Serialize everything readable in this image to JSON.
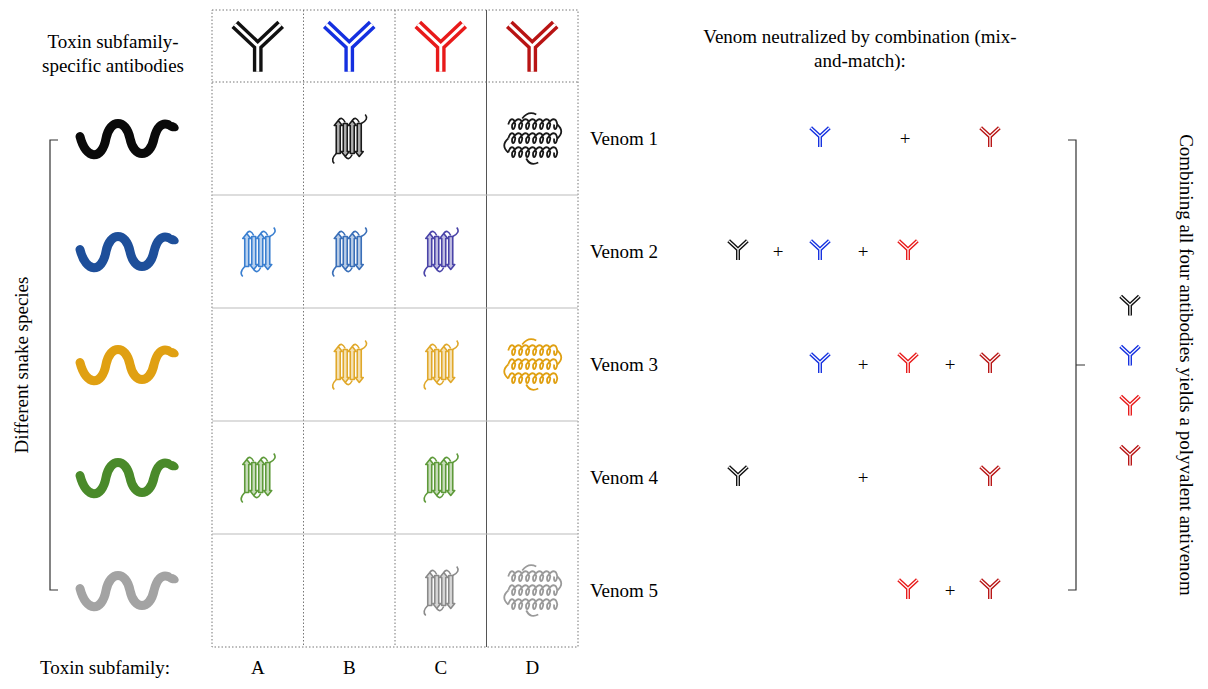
{
  "diagram": {
    "labels": [
      "Toxin subfamily-specific antibodies",
      "Venom neutralized by combination (mix-and-match):",
      "Different snake species",
      "Venom 1",
      "+",
      "Venom 2",
      "+",
      "+",
      "Venom 3",
      "+",
      "+",
      "Venom 4",
      "+",
      "Venom 5",
      "+",
      "Combining all four antibodies yields a polyvalent antivenom",
      "Toxin subfamily:",
      "A",
      "B",
      "C",
      "D"
    ]
  }
}
